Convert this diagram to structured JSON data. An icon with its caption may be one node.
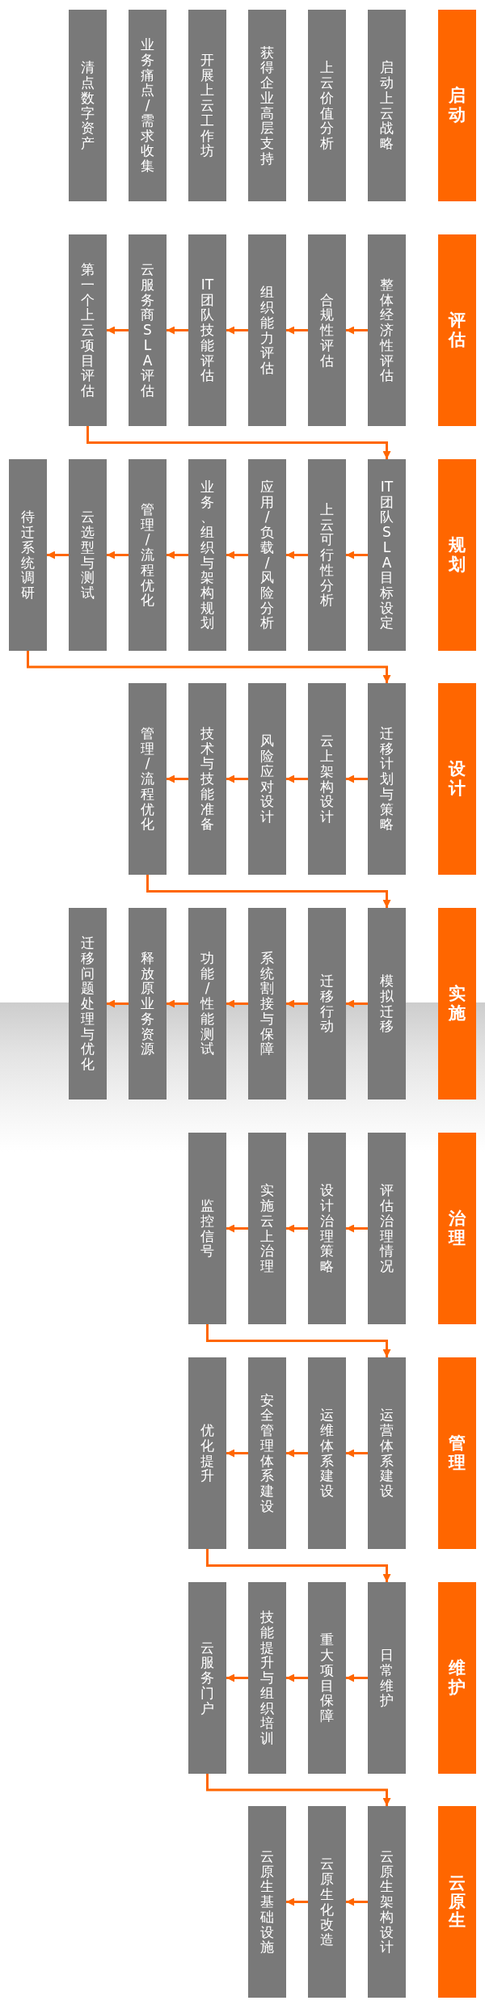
{
  "diagram": {
    "nodes": [
      {
        "text": [
          "启动"
        ]
      },
      {
        "text": [
          "启动上云战略"
        ]
      },
      {
        "text": [
          "上云价值分析"
        ]
      },
      {
        "text": [
          "获得企业高层支持"
        ]
      },
      {
        "text": [
          "开展上云工作坊"
        ]
      },
      {
        "text": [
          "业务痛点/需求收集"
        ]
      },
      {
        "text": [
          "清点数字资产"
        ]
      },
      {
        "text": [
          "评估"
        ]
      },
      {
        "text": [
          "整体经济性评估"
        ]
      },
      {
        "text": [
          "合规性评估"
        ]
      },
      {
        "text": [
          "组织能力评估"
        ]
      },
      {
        "text": [
          "IT团队技能评估"
        ]
      },
      {
        "text": [
          "云服务商SLA评估"
        ]
      },
      {
        "text": [
          "第一个上云项目评估"
        ]
      },
      {
        "text": [
          "规划"
        ]
      },
      {
        "text": [
          "IT团队SLA目标设定"
        ]
      },
      {
        "text": [
          "上云可行性分析"
        ]
      },
      {
        "text": [
          "应用/负载/风险分析"
        ]
      },
      {
        "text": [
          "业务、组织与架构规划"
        ]
      },
      {
        "text": [
          "管理/流程优化"
        ]
      },
      {
        "text": [
          "云选型与测试"
        ]
      },
      {
        "text": [
          "待迁系统调研"
        ]
      },
      {
        "text": [
          "设计"
        ]
      },
      {
        "text": [
          "迁移计划与策略"
        ]
      },
      {
        "text": [
          "云上架构设计"
        ]
      },
      {
        "text": [
          "风险应对设计"
        ]
      },
      {
        "text": [
          "技术与技能准备"
        ]
      },
      {
        "text": [
          "管理/流程优化"
        ]
      },
      {
        "text": [
          "实施"
        ]
      },
      {
        "text": [
          "模拟迁移"
        ]
      },
      {
        "text": [
          "迁移行动"
        ]
      },
      {
        "text": [
          "系统割接与保障"
        ]
      },
      {
        "text": [
          "功能/性能测试"
        ]
      },
      {
        "text": [
          "释放原业务资源"
        ]
      },
      {
        "text": [
          "迁移问题处理与优化"
        ]
      },
      {
        "text": [
          "治理"
        ]
      },
      {
        "text": [
          "评估治理情况"
        ]
      },
      {
        "text": [
          "设计治理策略"
        ]
      },
      {
        "text": [
          "实施云上治理"
        ]
      },
      {
        "text": [
          "监控信号"
        ]
      },
      {
        "text": [
          "管理"
        ]
      },
      {
        "text": [
          "运营体系建设"
        ]
      },
      {
        "text": [
          "运维体系建设"
        ]
      },
      {
        "text": [
          "安全管理体系建设"
        ]
      },
      {
        "text": [
          "优化提升"
        ]
      },
      {
        "text": [
          "维护"
        ]
      },
      {
        "text": [
          "日常维护"
        ]
      },
      {
        "text": [
          "重大项目保障"
        ]
      },
      {
        "text": [
          "技能提升与组织培训"
        ]
      },
      {
        "text": [
          "云服务门户"
        ]
      },
      {
        "text": [
          "云原生"
        ]
      },
      {
        "text": [
          "云原生架构设计"
        ]
      },
      {
        "text": [
          "云原生化改造"
        ]
      },
      {
        "text": [
          "云原生基础设施"
        ]
      }
    ],
    "edges": [
      {
        "from": 8,
        "to": 9,
        "arrow": "to"
      },
      {
        "from": 9,
        "to": 10,
        "arrow": "to"
      },
      {
        "from": 10,
        "to": 11,
        "arrow": "to"
      },
      {
        "from": 11,
        "to": 12,
        "arrow": "to"
      },
      {
        "from": 12,
        "to": 13,
        "arrow": "to"
      },
      {
        "from": 13,
        "to": 15,
        "arrow": "to"
      },
      {
        "from": 15,
        "to": 16,
        "arrow": "to"
      },
      {
        "from": 16,
        "to": 17,
        "arrow": "to"
      },
      {
        "from": 17,
        "to": 18,
        "arrow": "to"
      },
      {
        "from": 18,
        "to": 19,
        "arrow": "to"
      },
      {
        "from": 19,
        "to": 20,
        "arrow": "to"
      },
      {
        "from": 20,
        "to": 21,
        "arrow": "to"
      },
      {
        "from": 21,
        "to": 23,
        "arrow": "to"
      },
      {
        "from": 23,
        "to": 24,
        "arrow": "to"
      },
      {
        "from": 24,
        "to": 25,
        "arrow": "to"
      },
      {
        "from": 25,
        "to": 26,
        "arrow": "to"
      },
      {
        "from": 26,
        "to": 27,
        "arrow": "to"
      },
      {
        "from": 27,
        "to": 29,
        "arrow": "to"
      },
      {
        "from": 29,
        "to": 30,
        "arrow": "to"
      },
      {
        "from": 30,
        "to": 31,
        "arrow": "to"
      },
      {
        "from": 31,
        "to": 32,
        "arrow": "to"
      },
      {
        "from": 32,
        "to": 33,
        "arrow": "to"
      },
      {
        "from": 33,
        "to": 34,
        "arrow": "to"
      },
      {
        "from": 36,
        "to": 37,
        "arrow": "to"
      },
      {
        "from": 37,
        "to": 38,
        "arrow": "to"
      },
      {
        "from": 38,
        "to": 39,
        "arrow": "to"
      },
      {
        "from": 39,
        "to": 41,
        "arrow": "to"
      },
      {
        "from": 41,
        "to": 42,
        "arrow": "to"
      },
      {
        "from": 42,
        "to": 43,
        "arrow": "to"
      },
      {
        "from": 43,
        "to": 44,
        "arrow": "to"
      },
      {
        "from": 44,
        "to": 46,
        "arrow": "to"
      },
      {
        "from": 46,
        "to": 47,
        "arrow": "to"
      },
      {
        "from": 47,
        "to": 48,
        "arrow": "to"
      },
      {
        "from": 48,
        "to": 49,
        "arrow": "to"
      },
      {
        "from": 49,
        "to": 51,
        "arrow": "to"
      },
      {
        "from": 51,
        "to": 52,
        "arrow": "to"
      },
      {
        "from": 52,
        "to": 53,
        "arrow": "to"
      }
    ]
  }
}
